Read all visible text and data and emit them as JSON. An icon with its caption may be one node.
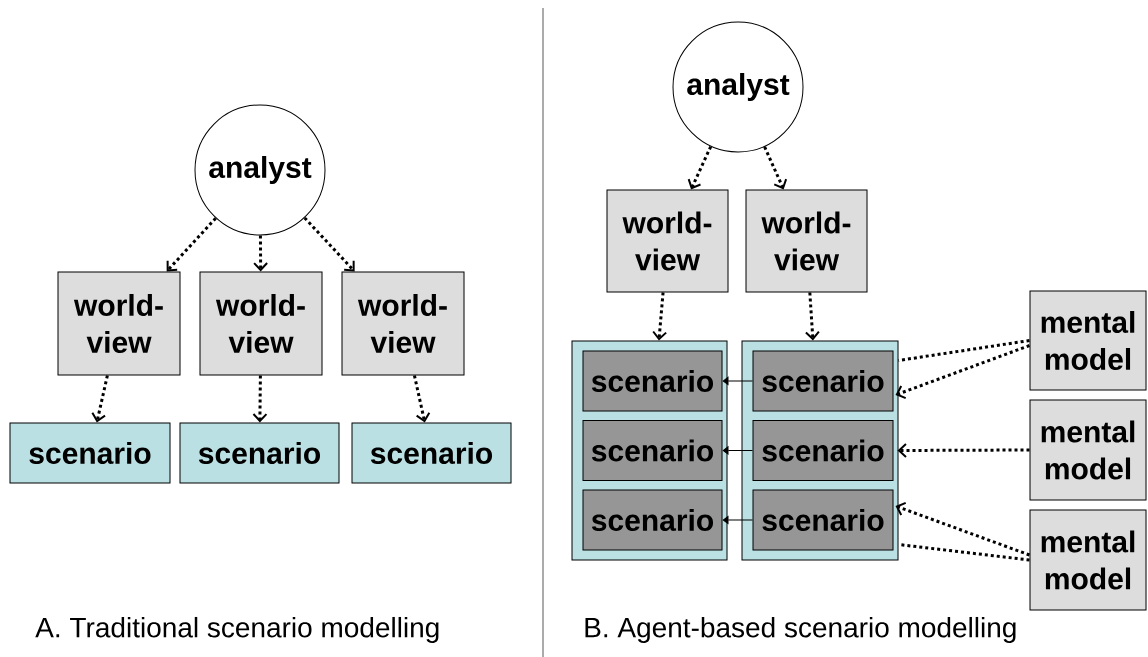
{
  "diagram": {
    "nodes": [
      {
        "text": [
          "analyst"
        ]
      },
      {
        "text": [
          "world-view"
        ]
      },
      {
        "text": [
          "world-view"
        ]
      },
      {
        "text": [
          "world-view"
        ]
      },
      {
        "text": [
          "scenario"
        ]
      },
      {
        "text": [
          "scenario"
        ]
      },
      {
        "text": [
          "scenario"
        ]
      },
      {
        "text": [
          "analyst"
        ]
      },
      {
        "text": [
          "world-view"
        ]
      },
      {
        "text": [
          "world-view"
        ]
      },
      {
        "text": [],
        "shape": "box"
      },
      {
        "text": [
          "scenario"
        ],
        "in": 10
      },
      {
        "text": [
          "scenario"
        ],
        "in": 10
      },
      {
        "text": [
          "scenario"
        ],
        "in": 10
      },
      {
        "text": [],
        "shape": "box"
      },
      {
        "text": [
          "scenario"
        ],
        "in": 14
      },
      {
        "text": [
          "scenario"
        ],
        "in": 14
      },
      {
        "text": [
          "scenario"
        ],
        "in": 14
      },
      {
        "text": [
          "mental model"
        ]
      },
      {
        "text": [
          "mental model"
        ]
      },
      {
        "text": [
          "mental model"
        ]
      }
    ],
    "edges": [
      {
        "from": 0,
        "to": 1,
        "arrow": "to",
        "style": "dashed"
      },
      {
        "from": 0,
        "to": 2,
        "arrow": "to",
        "style": "dashed"
      },
      {
        "from": 0,
        "to": 3,
        "arrow": "to",
        "style": "dashed"
      },
      {
        "from": 1,
        "to": 4,
        "arrow": "to",
        "style": "dashed"
      },
      {
        "from": 2,
        "to": 5,
        "arrow": "to",
        "style": "dashed"
      },
      {
        "from": 3,
        "to": 6,
        "arrow": "to",
        "style": "dashed"
      },
      {
        "from": 7,
        "to": 8,
        "arrow": "to",
        "style": "dashed"
      },
      {
        "from": 7,
        "to": 9,
        "arrow": "to",
        "style": "dashed"
      },
      {
        "from": 8,
        "to": 10,
        "arrow": "to",
        "style": "dashed"
      },
      {
        "from": 9,
        "to": 14,
        "arrow": "to",
        "style": "dashed"
      },
      {
        "from": 15,
        "to": 11,
        "arrow": "to"
      },
      {
        "from": 16,
        "to": 12,
        "arrow": "to"
      },
      {
        "from": 17,
        "to": 13,
        "arrow": "to"
      },
      {
        "from": 18,
        "to": 14,
        "arrow": "none",
        "style": "dashed"
      },
      {
        "from": 18,
        "to": 15,
        "arrow": "to",
        "style": "dashed"
      },
      {
        "from": 19,
        "to": 16,
        "arrow": "to",
        "style": "dashed"
      },
      {
        "from": 20,
        "to": 17,
        "arrow": "to",
        "style": "dashed"
      },
      {
        "from": 20,
        "to": 14,
        "arrow": "none",
        "style": "dashed"
      }
    ],
    "labels": [
      "A. Traditional scenario modelling",
      "B. Agent-based scenario modelling"
    ]
  }
}
